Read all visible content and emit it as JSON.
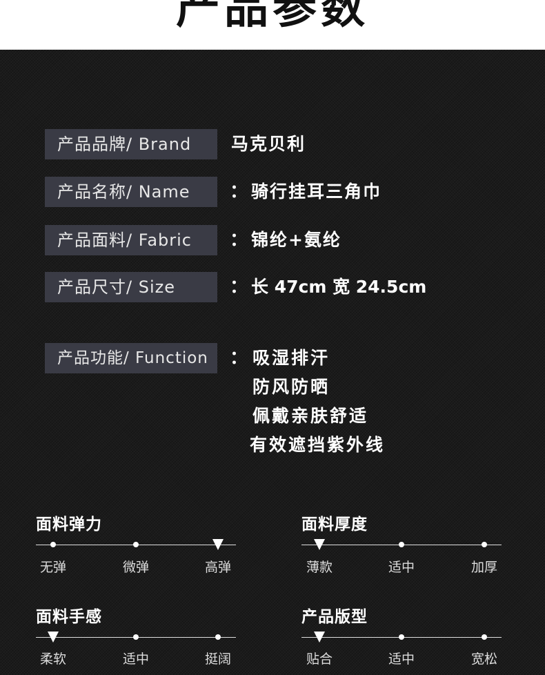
{
  "header": {
    "title": "产品参数"
  },
  "specs": [
    {
      "label": "产品品牌/ Brand",
      "colon": "",
      "value": "马克贝利"
    },
    {
      "label": "产品名称/ Name",
      "colon": "：",
      "value": "骑行挂耳三角巾"
    },
    {
      "label": "产品面料/ Fabric",
      "colon": "：",
      "value": "锦纶+氨纶"
    },
    {
      "label": "产品尺寸/ Size",
      "colon": "：",
      "value": "长 47cm  宽 24.5cm"
    }
  ],
  "function": {
    "label": "产品功能/ Function",
    "colon": "：",
    "lines": [
      "吸湿排汗",
      "防风防晒",
      "佩戴亲肤舒适",
      "有效遮挡紫外线"
    ]
  },
  "scales": [
    {
      "title": "面料弹力",
      "options": [
        "无弹",
        "微弹",
        "高弹"
      ],
      "selected": "高弹"
    },
    {
      "title": "面料厚度",
      "options": [
        "薄款",
        "适中",
        "加厚"
      ],
      "selected": "薄款"
    },
    {
      "title": "面料手感",
      "options": [
        "柔软",
        "适中",
        "挺阔"
      ],
      "selected": "柔软"
    },
    {
      "title": "产品版型",
      "options": [
        "贴合",
        "适中",
        "宽松"
      ],
      "selected": "贴合"
    }
  ],
  "colors": {
    "panel_bg": "#1b1b1b",
    "label_bg": "#3a3b45",
    "text": "#ffffff"
  }
}
